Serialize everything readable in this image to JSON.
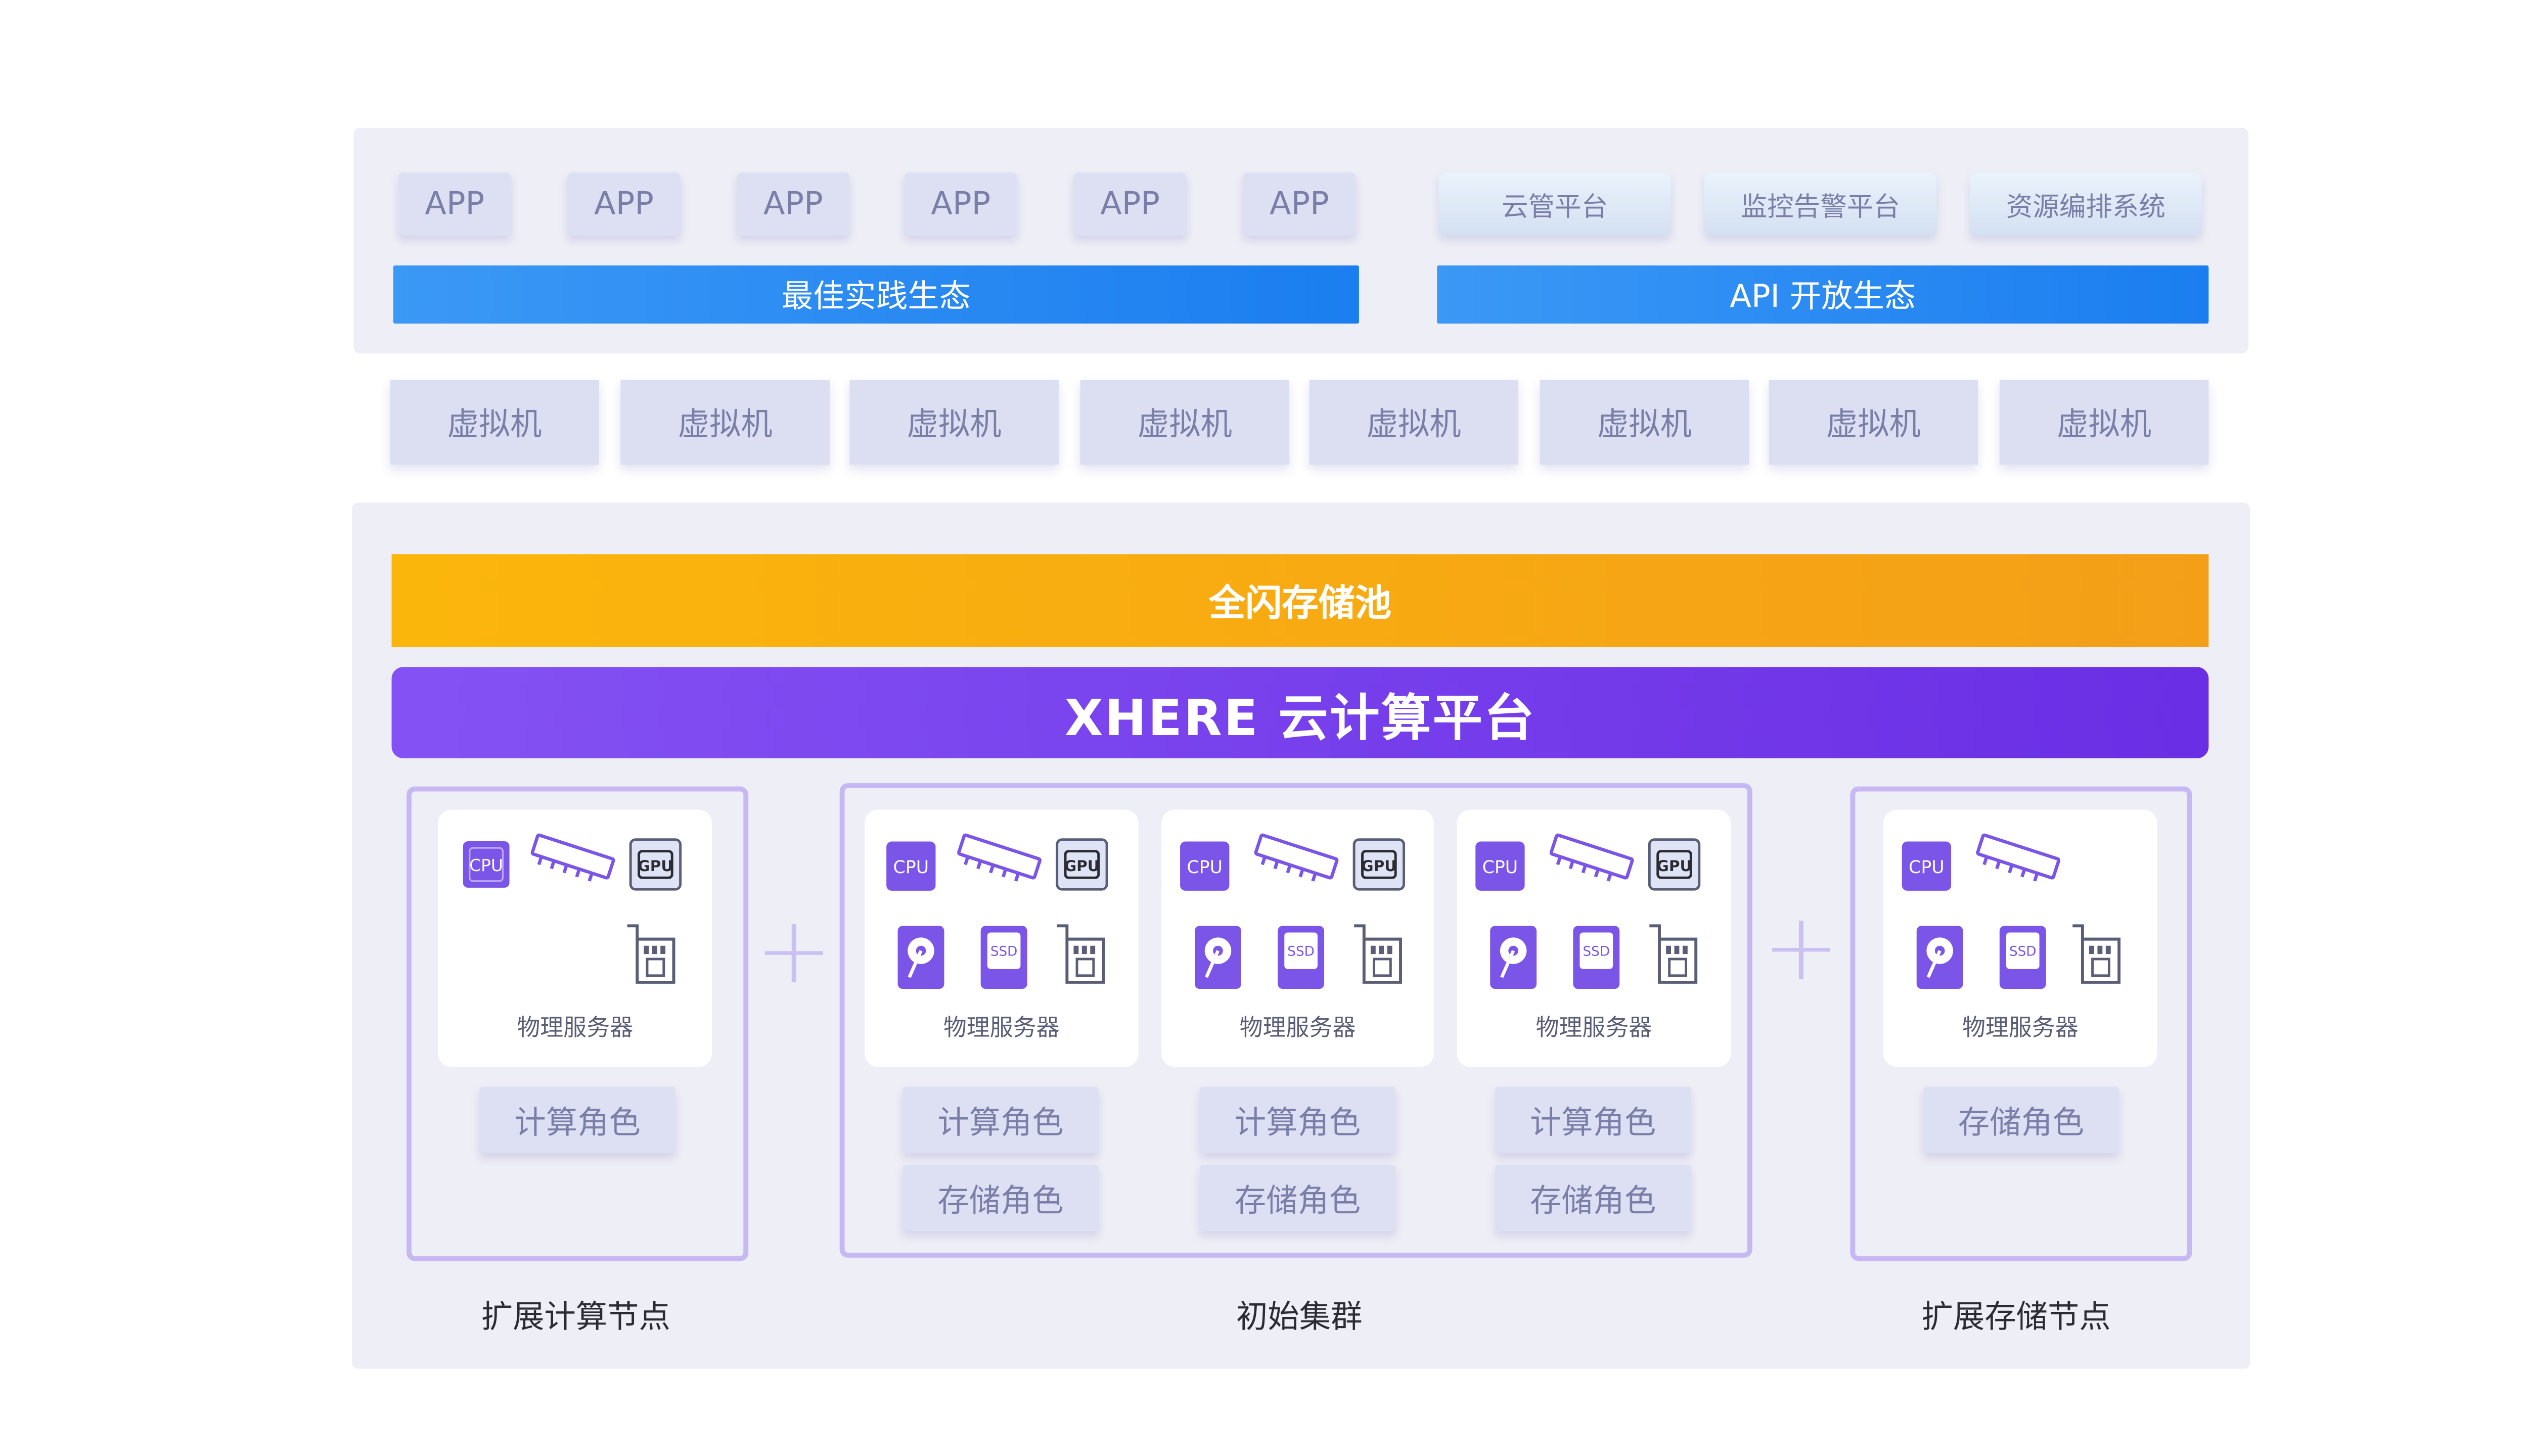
{
  "top": {
    "apps": [
      "APP",
      "APP",
      "APP",
      "APP",
      "APP",
      "APP"
    ],
    "systems": [
      "云管平台",
      "监控告警平台",
      "资源编排系统"
    ],
    "best_practice": "最佳实践生态",
    "api_eco": "API 开放生态"
  },
  "vms": [
    "虚拟机",
    "虚拟机",
    "虚拟机",
    "虚拟机",
    "虚拟机",
    "虚拟机",
    "虚拟机",
    "虚拟机"
  ],
  "storage_pool": "全闪存储池",
  "platform": "XHERE 云计算平台",
  "server_label": "物理服务器",
  "chip_labels": {
    "cpu": "CPU",
    "gpu": "GPU",
    "ssd": "SSD"
  },
  "roles": {
    "compute": "计算角色",
    "storage": "存储角色"
  },
  "plus": "+",
  "captions": {
    "left": "扩展计算节点",
    "middle": "初始集群",
    "right": "扩展存储节点"
  },
  "colors": {
    "accent_purple": "#6a2ee4",
    "accent_orange": "#f49f18",
    "accent_blue": "#1b7ef0",
    "icon_purple": "#7a55e8"
  }
}
